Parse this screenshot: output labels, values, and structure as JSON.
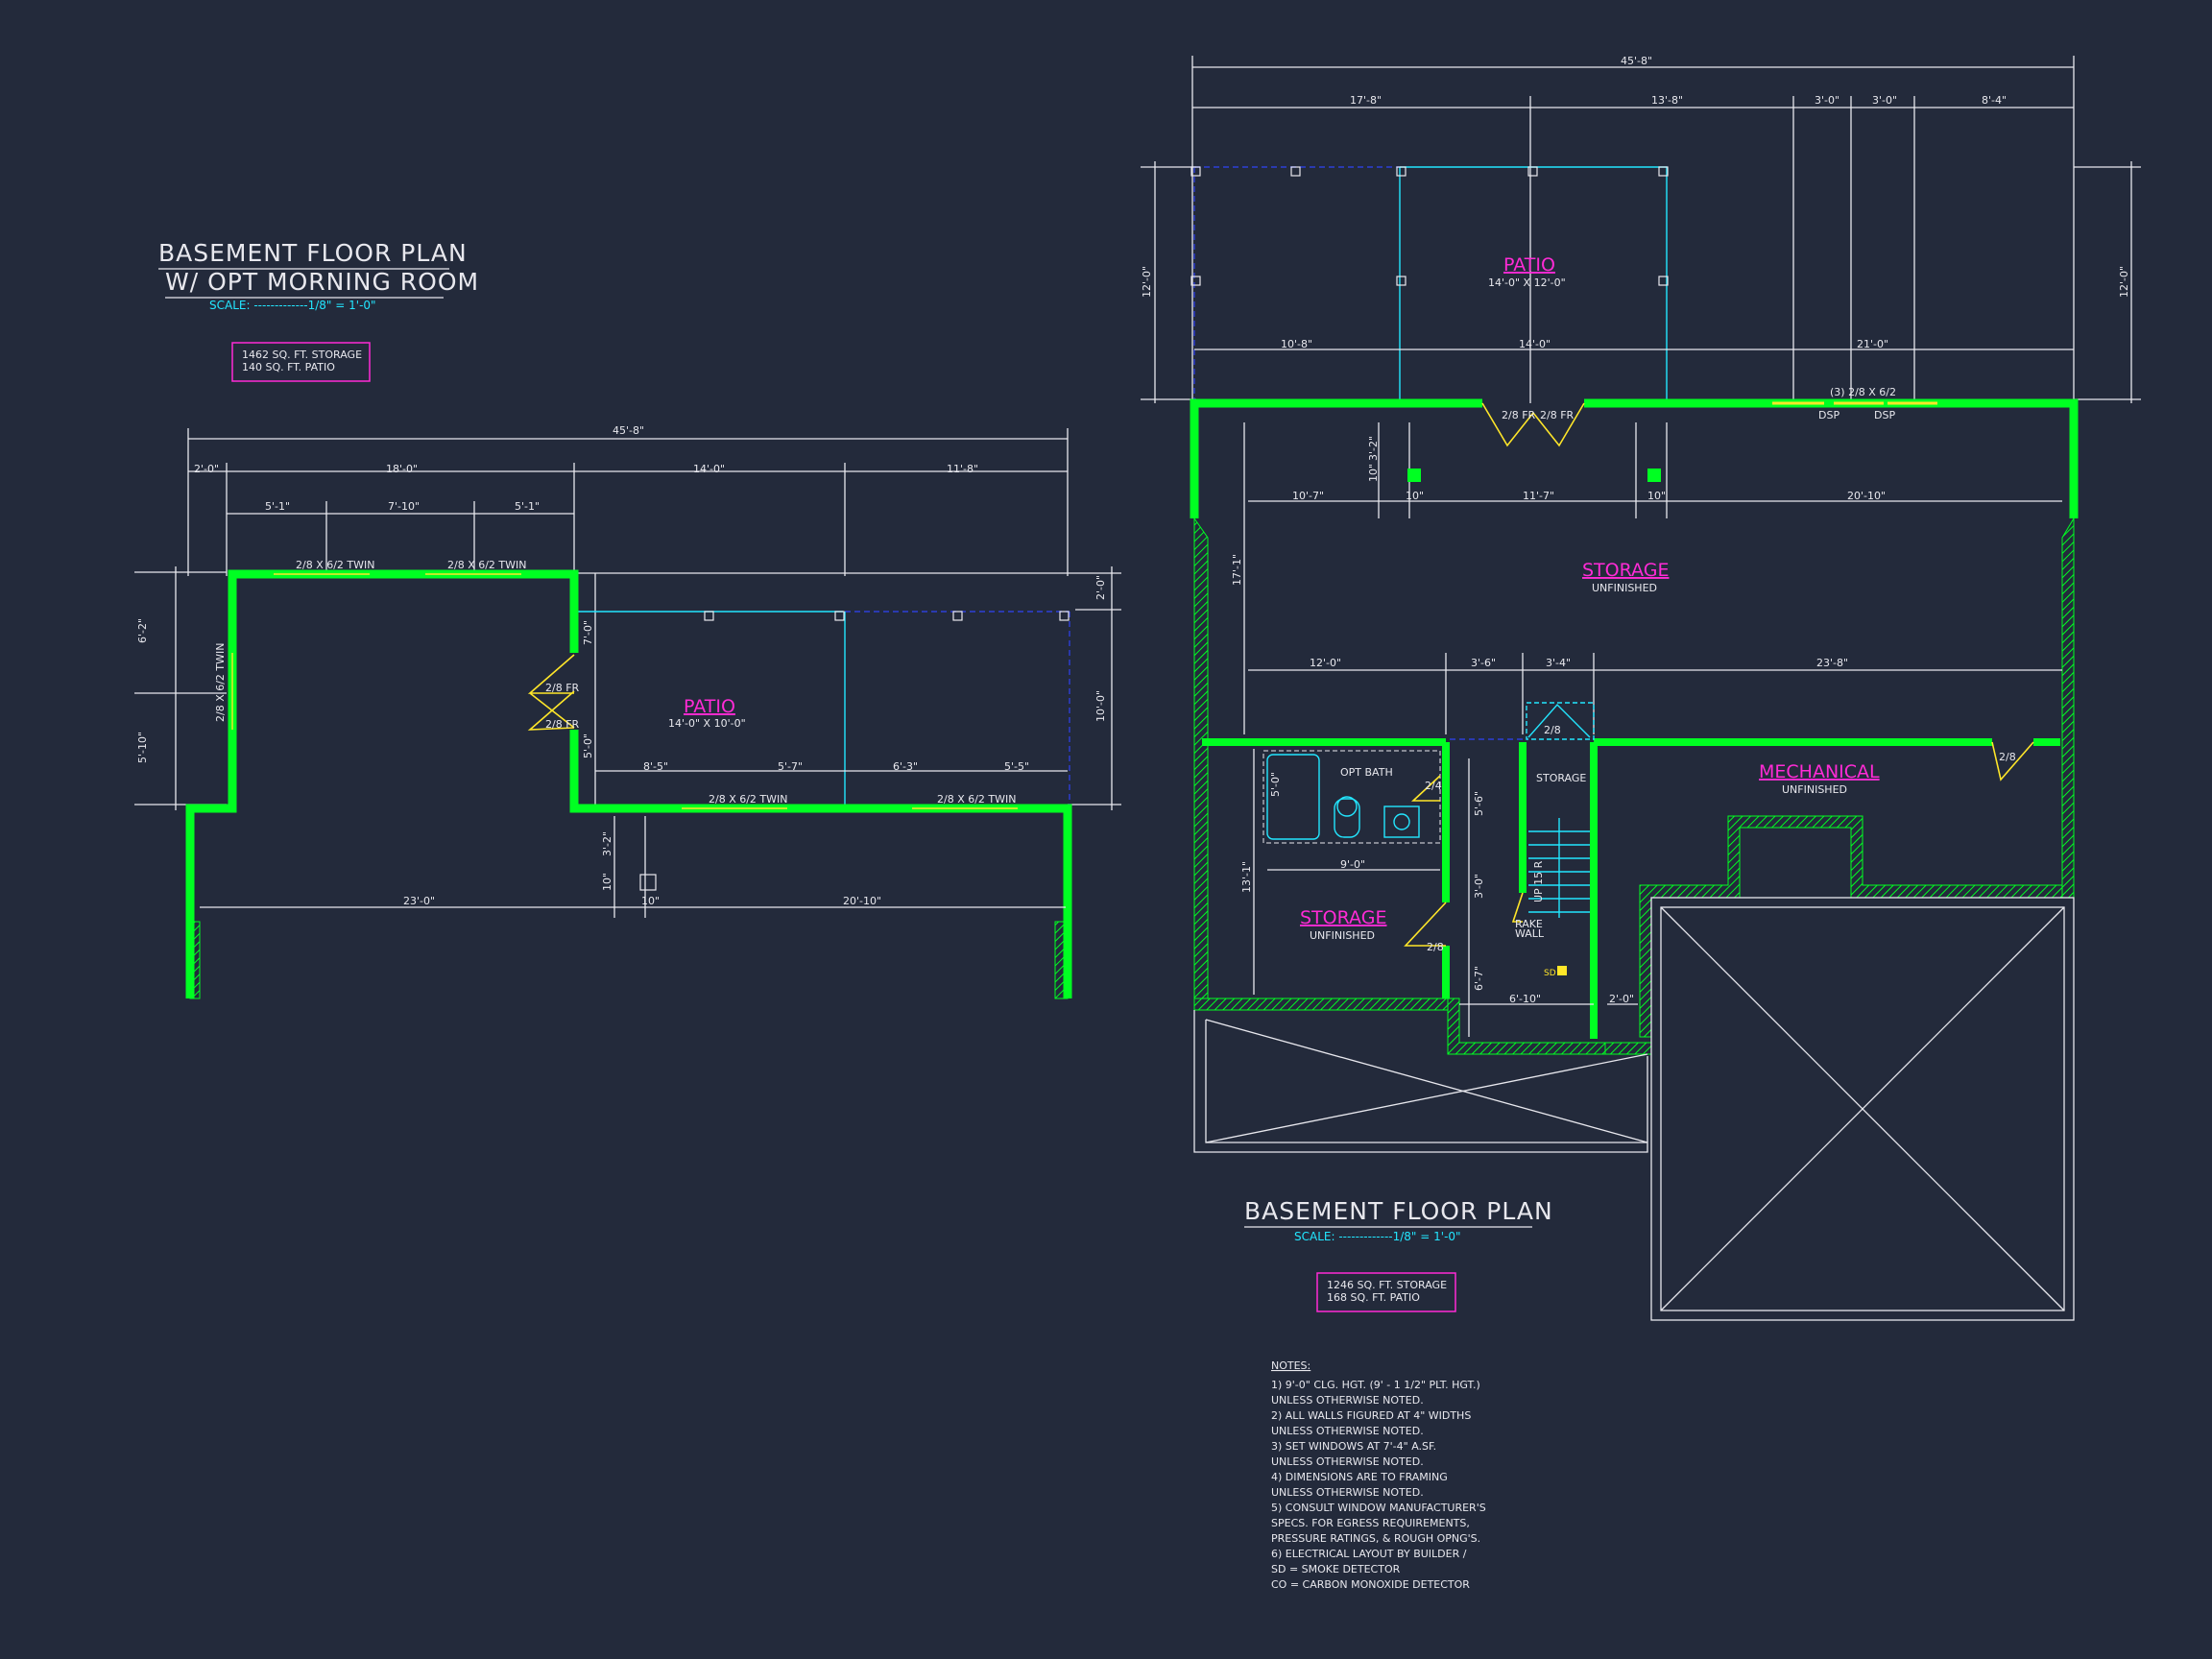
{
  "colors": {
    "background": "#232a3b",
    "wall": "#00ff22",
    "line": "#e8e8ee",
    "room_label": "#ff2bd6",
    "scale_text": "#23e6ff",
    "door_window": "#ffe629"
  },
  "left_plan": {
    "title_line1": "BASEMENT FLOOR PLAN",
    "title_line2": "W/ OPT MORNING ROOM",
    "scale": "SCALE: -------------1/8\" = 1'-0\"",
    "area_line1": "1462 SQ. FT. STORAGE",
    "area_line2": "140 SQ. FT. PATIO",
    "patio_label": "PATIO",
    "patio_size": "14'-0\" X 10'-0\"",
    "dims": {
      "overall": "45'-8\"",
      "top_a": "2'-0\"",
      "top_b": "18'-0\"",
      "top_c": "14'-0\"",
      "top_d": "11'-8\"",
      "sub_a": "5'-1\"",
      "sub_b": "7'-10\"",
      "sub_c": "5'-1\"",
      "left_upper": "6'-2\"",
      "left_lower": "5'-10\"",
      "bay_upper": "7'-0\"",
      "bay_lower": "5'-0\"",
      "right_top": "2'-0\"",
      "right_mid": "10'-0\"",
      "patio_a": "8'-5\"",
      "patio_b": "5'-7\"",
      "patio_c": "6'-3\"",
      "patio_d": "5'-5\"",
      "bottom_left": "23'-0\"",
      "bottom_right": "20'-10\"",
      "col_v": "3'-2\"",
      "col_h": "10\"",
      "col_b": "10\""
    },
    "windows": {
      "top_left": "2/8 X 6/2 TWIN",
      "top_right": "2/8 X 6/2 TWIN",
      "left": "2/8 X 6/2 TWIN",
      "bottom_left": "2/8 X 6/2 TWIN",
      "bottom_right": "2/8 X 6/2 TWIN"
    },
    "doors": {
      "upper": "2/8 FR",
      "lower": "2/8 FR"
    }
  },
  "right_plan": {
    "title": "BASEMENT FLOOR PLAN",
    "scale": "SCALE: -------------1/8\" = 1'-0\"",
    "area_line1": "1246 SQ. FT. STORAGE",
    "area_line2": "168 SQ. FT. PATIO",
    "patio_label": "PATIO",
    "patio_size": "14'-0\" X 12'-0\"",
    "storage_label": "STORAGE",
    "storage_sub": "UNFINISHED",
    "storage2_label": "STORAGE",
    "storage2_sub": "UNFINISHED",
    "mechanical_label": "MECHANICAL",
    "mechanical_sub": "UNFINISHED",
    "opt_bath": "OPT BATH",
    "small_storage": "STORAGE",
    "rake_wall_1": "RAKE",
    "rake_wall_2": "WALL",
    "sd": "SD",
    "stair_up": "UP 15 R",
    "doors": {
      "fr_left": "2/8 FR",
      "fr_right": "2/8 FR",
      "bath": "2/4",
      "storage": "2/8",
      "stair": "2/8",
      "mech": "2/8"
    },
    "window_label": "(3) 2/8 X 6/2",
    "egress_a": "DSP",
    "egress_b": "DSP",
    "dims": {
      "overall": "45'-8\"",
      "top_a": "17'-8\"",
      "top_b": "13'-8\"",
      "top_c": "3'-0\"",
      "top_d": "3'-0\"",
      "top_e": "8'-4\"",
      "patio_left": "12'-0\"",
      "patio_right": "12'-0\"",
      "patio_a": "10'-8\"",
      "patio_b": "14'-0\"",
      "patio_c": "21'-0\"",
      "col_v": "3'-2\"",
      "col_h1": "10\"",
      "col_h2": "10\"",
      "col_h3": "10\"",
      "row_a": "10'-7\"",
      "row_b": "11'-7\"",
      "row_c": "20'-10\"",
      "side_upper": "17'-1\"",
      "mid_a": "12'-0\"",
      "mid_b": "3'-6\"",
      "mid_c": "3'-4\"",
      "mid_d": "23'-8\"",
      "side_lower": "13'-1\"",
      "bath_w": "9'-0\"",
      "bath_v": "5'-0\"",
      "stair_v1": "5'-6\"",
      "stair_v2": "3'-0\"",
      "stair_v3": "6'-7\"",
      "stair_w": "6'-10\"",
      "mech_b": "2'-0\""
    },
    "notes_title": "NOTES:",
    "notes": [
      "1) 9'-0\"  CLG. HGT. (9' - 1 1/2\" PLT. HGT.)",
      "    UNLESS OTHERWISE NOTED.",
      "2) ALL  WALLS FIGURED AT 4\" WIDTHS",
      "    UNLESS OTHERWISE NOTED.",
      "3) SET WINDOWS AT 7'-4\" A.SF.",
      "    UNLESS OTHERWISE NOTED.",
      "4) DIMENSIONS ARE TO FRAMING",
      "    UNLESS OTHERWISE NOTED.",
      "5) CONSULT WINDOW MANUFACTURER'S",
      "    SPECS. FOR EGRESS REQUIREMENTS,",
      "    PRESSURE RATINGS, & ROUGH OPNG'S.",
      "6) ELECTRICAL LAYOUT BY BUILDER /",
      "    SD = SMOKE DETECTOR",
      "    CO = CARBON MONOXIDE DETECTOR"
    ]
  }
}
